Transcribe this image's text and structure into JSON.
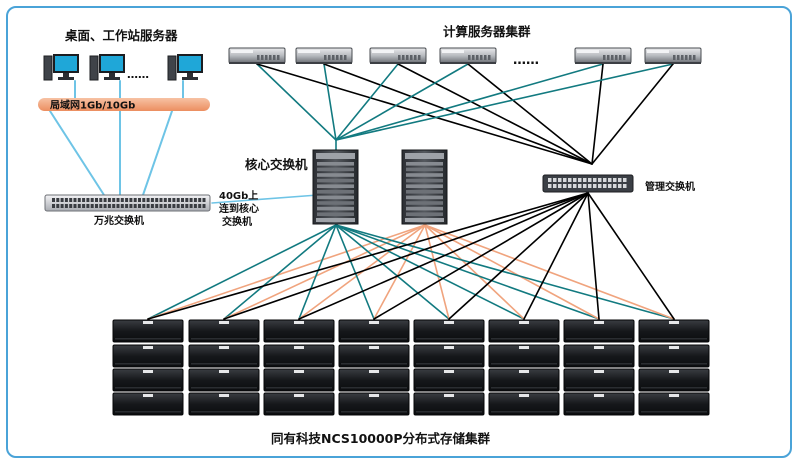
{
  "labels": {
    "desktop_group": "桌面、工作站服务器",
    "dots_desktop": "……",
    "lan": "局域网1Gb/10Gb",
    "tengig_switch": "万兆交换机",
    "uplink_line1": "40Gb上",
    "uplink_line2": "连到核心",
    "uplink_line3": "交换机",
    "compute_cluster": "计算服务器集群",
    "dots_compute": "……",
    "core_switch": "核心交换机",
    "mgmt_switch": "管理交换机",
    "storage_cluster": "同有科技NCS10000P分布式存储集群"
  },
  "colors": {
    "frame": "#4aa3d8",
    "teal_link": "#127a80",
    "orange_link": "#f0a47e",
    "black_link": "#000000",
    "lan_bar": "#f2a77e",
    "lan_link": "#6ec4e6"
  },
  "icons": [
    "workstation-icon",
    "rack-server-icon",
    "core-switch-icon",
    "network-switch-icon",
    "storage-node-icon"
  ]
}
